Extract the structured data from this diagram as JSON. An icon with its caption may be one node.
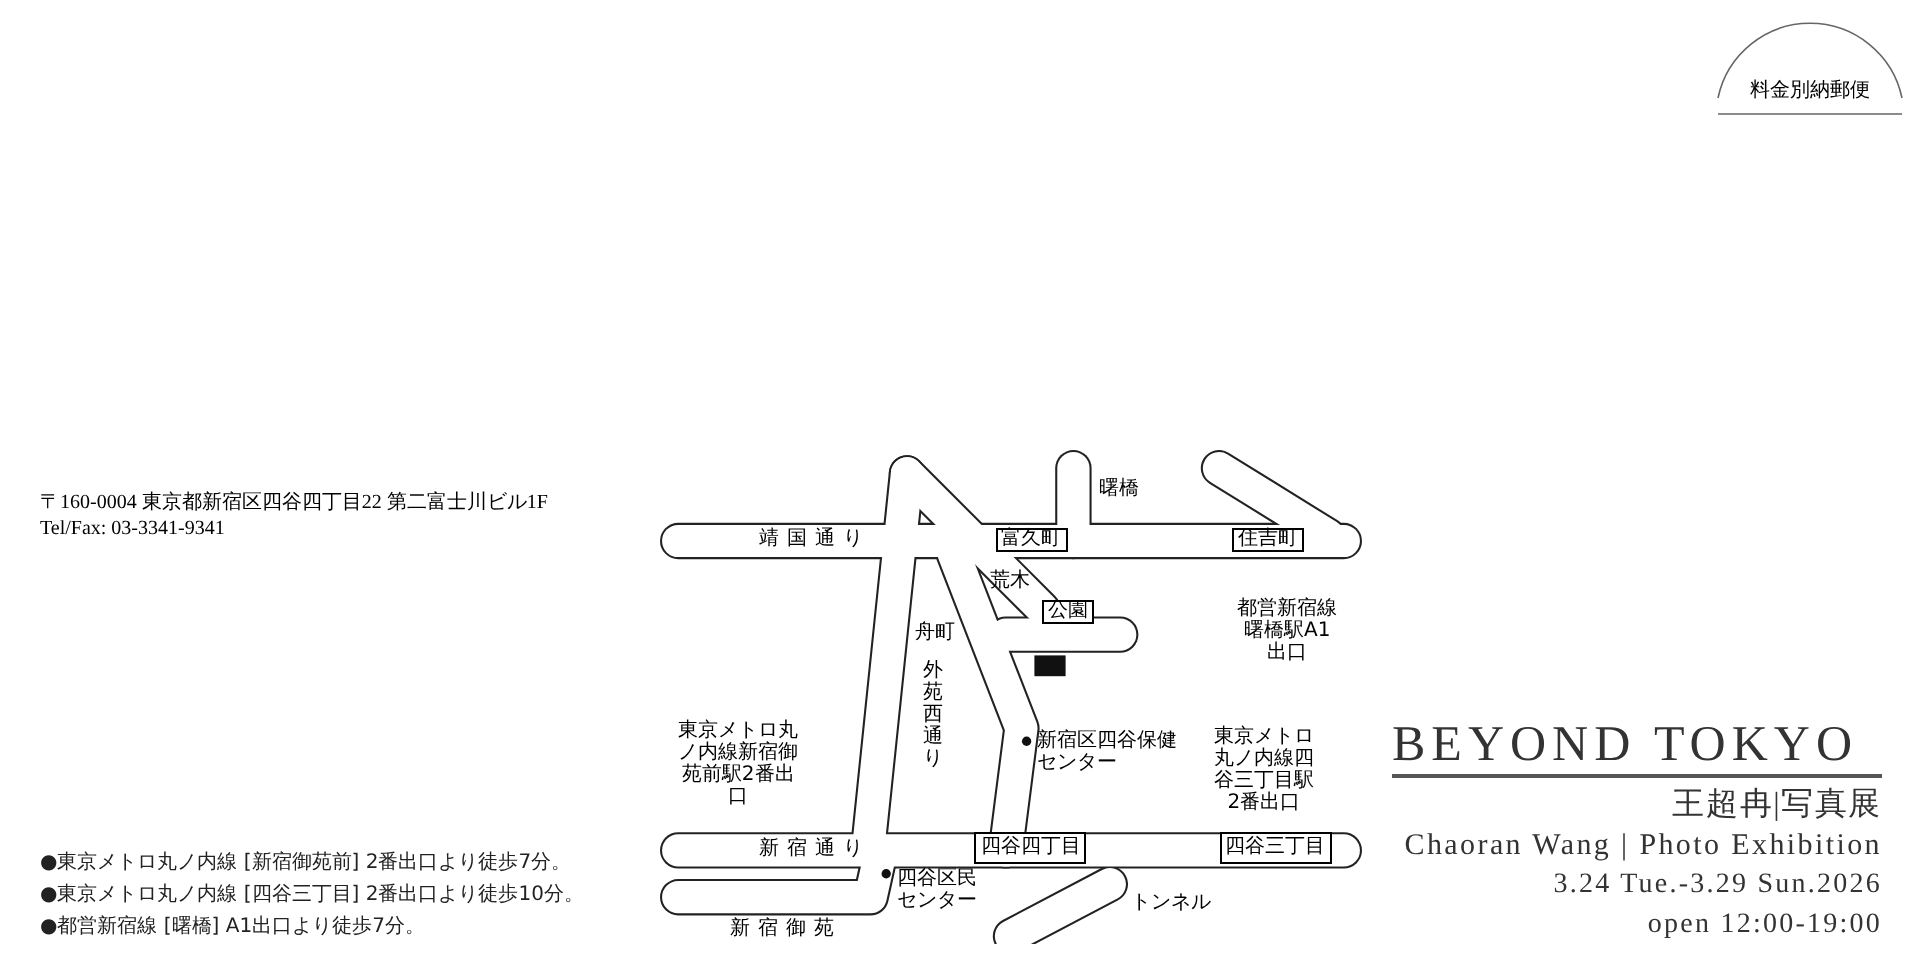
{
  "diagram": {
    "title": "BEYOND TOKYO",
    "labels": [
      "料金別納郵便",
      "〒160-0004 東京都新宿区四谷四丁目22 第二富士川ビル1F",
      "Tel/Fax: 03-3341-9341",
      "靖国通り",
      "曙橋",
      "富久町",
      "住吉町",
      "荒木",
      "舟町",
      "公園",
      "外苑西通り",
      "都営新宿線曙橋駅A1出口",
      "新宿区四谷保健センター",
      "東京メトロ丸ノ内線新宿御苑前駅2番出口",
      "東京メトロ丸ノ内線四谷三丁目駅2番出口",
      "新宿通り",
      "四谷四丁目",
      "四谷三丁目",
      "四谷区民センター",
      "トンネル",
      "新宿御苑",
      "●東京メトロ丸ノ内線 [新宿御苑前] 2番出口より徒歩7分。",
      "●東京メトロ丸ノ内線 [四谷三丁目] 2番出口より徒歩10分。",
      "●都営新宿線 [曙橋] A1出口より徒歩7分。",
      "王超冉|写真展",
      "Chaoran Wang | Photo Exhibition",
      "3.24 Tue.-3.29 Sun.2026",
      "open 12:00-19:00"
    ]
  }
}
